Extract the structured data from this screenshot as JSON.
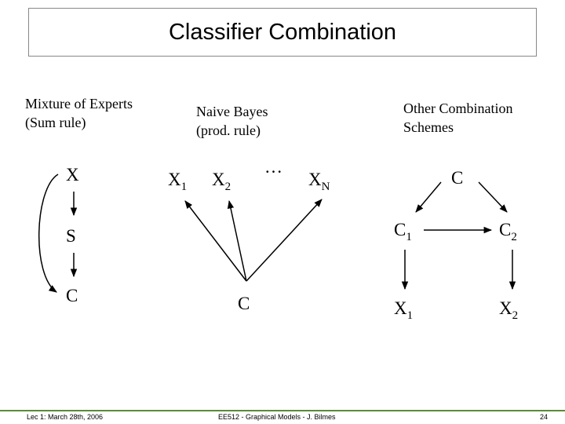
{
  "title": "Classifier Combination",
  "sections": {
    "mixture": {
      "line1": "Mixture of Experts",
      "line2": "(Sum rule)"
    },
    "naive": {
      "line1": "Naive Bayes",
      "line2": "(prod. rule)"
    },
    "other": {
      "line1": "Other Combination",
      "line2": "Schemes"
    }
  },
  "nodes": {
    "mix_x": "X",
    "mix_s": "S",
    "mix_c": "C",
    "nb_x1": "X",
    "nb_x1_sub": "1",
    "nb_x2": "X",
    "nb_x2_sub": "2",
    "nb_dots": "…",
    "nb_xn": "X",
    "nb_xn_sub": "N",
    "nb_c": "C",
    "oc_c": "C",
    "oc_c1": "C",
    "oc_c1_sub": "1",
    "oc_c2": "C",
    "oc_c2_sub": "2",
    "oc_x1": "X",
    "oc_x1_sub": "1",
    "oc_x2": "X",
    "oc_x2_sub": "2"
  },
  "footer": {
    "left": "Lec 1: March 28th, 2006",
    "center": "EE512 - Graphical Models - J. Bilmes",
    "page": "24"
  }
}
